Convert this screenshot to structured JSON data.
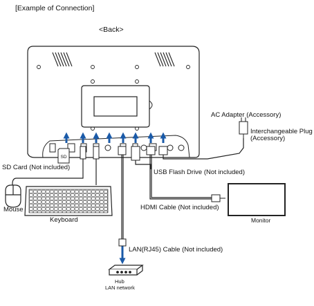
{
  "header": {
    "section_title": "[Example of Connection]",
    "view_label": "<Back>"
  },
  "labels": {
    "ac_adapter": "AC Adapter (Accessory)",
    "plug_line1": "Interchangeable Plug",
    "plug_line2": "(Accessory)",
    "sd_card": "SD Card (Not included)",
    "sd_chip": "SD",
    "usb_flash": "USB Flash Drive (Not included)",
    "hdmi_cable": "HDMI Cable (Not included)",
    "monitor": "Monitor",
    "mouse": "Mouse",
    "keyboard": "Keyboard",
    "lan_cable": "LAN(RJ45) Cable (Not included)",
    "hub": "Hub",
    "lan_network": "LAN network"
  },
  "colors": {
    "arrow": "#1a5aa8",
    "line": "#222222",
    "device_fill": "#ffffff",
    "dark_fill": "#2a2a2a"
  }
}
